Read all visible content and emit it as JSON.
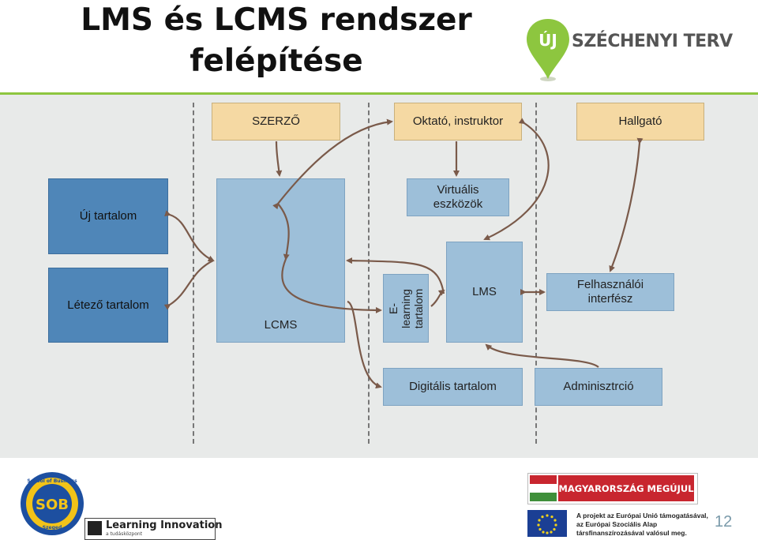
{
  "title": {
    "line1": "LMS és LCMS rendszer",
    "line2": "felépítése"
  },
  "logo_szechenyi": {
    "badge_text": "ÚJ",
    "text": "SZÉCHENYI TERV",
    "colors": {
      "green": "#8dc63f",
      "gray": "#555555"
    }
  },
  "diagram": {
    "boxes": {
      "szerzo": "SZERZŐ",
      "oktato": "Oktató, instruktor",
      "hallgato": "Hallgató",
      "uj_tartalom": "Új tartalom",
      "letezo_tartalom": "Létező tartalom",
      "lcms": "LCMS",
      "virtualis": "Virtuális eszközök",
      "elearning": "E-learning tartalom",
      "lms": "LMS",
      "felhasznaloi": "Felhasználói interfész",
      "digitalis": "Digitális tartalom",
      "adminisztracio": "Adminisztrció"
    },
    "colors": {
      "tan": "#f5d9a3",
      "dark_blue": "#4f86b8",
      "light_blue": "#9dbfd9",
      "arrow": "#7a5a4a",
      "background": "#e8eae9"
    }
  },
  "footer": {
    "sob_text": "SOB",
    "sob_ring_top": "School of Business",
    "sob_ring_bottom": "Szeged",
    "learning_innovation": "Learning Innovation",
    "tudaskozpont": "a tudásközpont",
    "magyarorszag": "MAGYARORSZÁG MEGÚJUL",
    "eu_line1": "A projekt az Európai Unió támogatásával,",
    "eu_line2": "az Európai Szociális Alap",
    "eu_line3": "társfinanszírozásával valósul meg."
  },
  "page_number": "12"
}
